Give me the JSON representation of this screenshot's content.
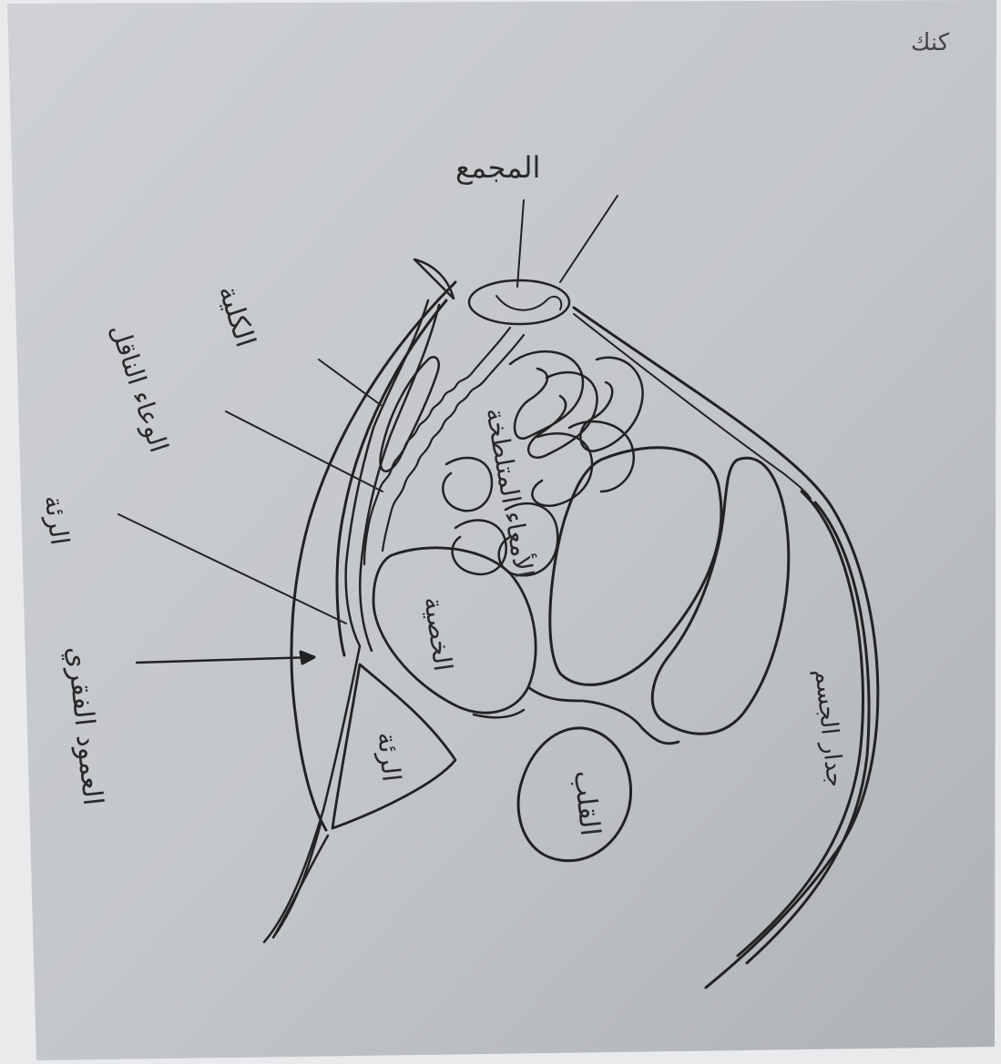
{
  "colors": {
    "paper": "#c3c6ca",
    "paper_shadow": "#9fa2a7",
    "ink": "#1e1e1e",
    "background": "#e9eaec"
  },
  "labels": {
    "cloaca": "المجمع",
    "kidney": "الكلية",
    "vas_deferens": "الوعاء الناقل",
    "lung": "الرئة",
    "intestines": "الأمعاء المتلطخة",
    "testis": "الخصية",
    "vertebral_column": "العمود الفقري",
    "liver": "الرئة",
    "heart": "القلب",
    "body_wall": "جدار الجسم"
  }
}
